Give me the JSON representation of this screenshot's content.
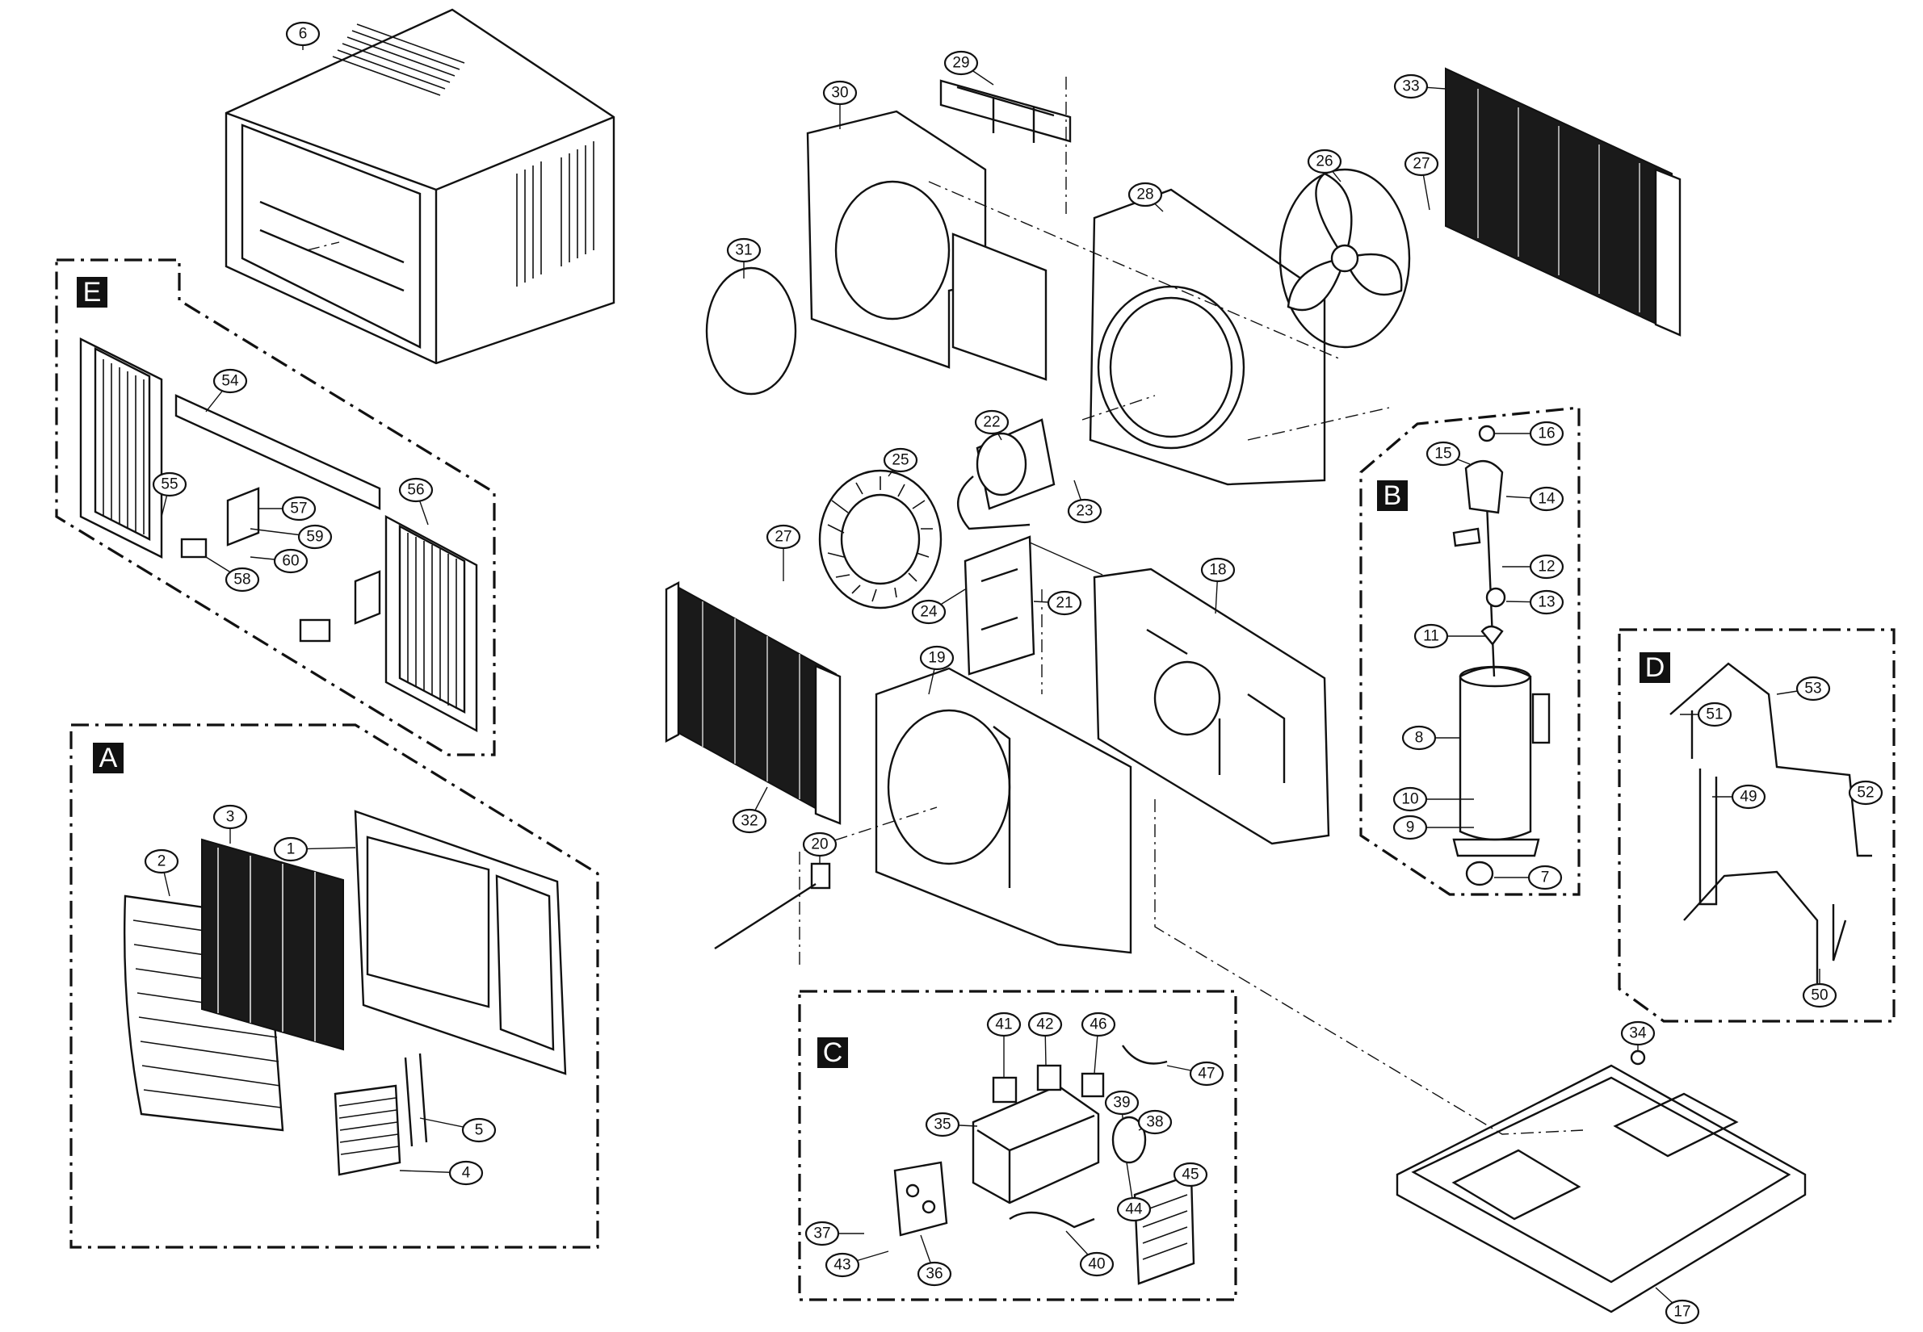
{
  "sections": [
    {
      "id": "E",
      "label": "E"
    },
    {
      "id": "A",
      "label": "A"
    },
    {
      "id": "B",
      "label": "B"
    },
    {
      "id": "C",
      "label": "C"
    },
    {
      "id": "D",
      "label": "D"
    }
  ],
  "callouts": [
    {
      "id": "p6",
      "label": "6"
    },
    {
      "id": "p54",
      "label": "54"
    },
    {
      "id": "p55",
      "label": "55"
    },
    {
      "id": "p57",
      "label": "57"
    },
    {
      "id": "p59",
      "label": "59"
    },
    {
      "id": "p60",
      "label": "60"
    },
    {
      "id": "p58",
      "label": "58"
    },
    {
      "id": "p56",
      "label": "56"
    },
    {
      "id": "p3",
      "label": "3"
    },
    {
      "id": "p2",
      "label": "2"
    },
    {
      "id": "p1",
      "label": "1"
    },
    {
      "id": "p5",
      "label": "5"
    },
    {
      "id": "p4",
      "label": "4"
    },
    {
      "id": "p29",
      "label": "29"
    },
    {
      "id": "p30",
      "label": "30"
    },
    {
      "id": "p31",
      "label": "31"
    },
    {
      "id": "p28",
      "label": "28"
    },
    {
      "id": "p26",
      "label": "26"
    },
    {
      "id": "p27a",
      "label": "27"
    },
    {
      "id": "p33",
      "label": "33"
    },
    {
      "id": "p22",
      "label": "22"
    },
    {
      "id": "p25",
      "label": "25"
    },
    {
      "id": "p23",
      "label": "23"
    },
    {
      "id": "p27b",
      "label": "27"
    },
    {
      "id": "p24",
      "label": "24"
    },
    {
      "id": "p21",
      "label": "21"
    },
    {
      "id": "p18",
      "label": "18"
    },
    {
      "id": "p19",
      "label": "19"
    },
    {
      "id": "p32",
      "label": "32"
    },
    {
      "id": "p20",
      "label": "20"
    },
    {
      "id": "p16",
      "label": "16"
    },
    {
      "id": "p15",
      "label": "15"
    },
    {
      "id": "p14",
      "label": "14"
    },
    {
      "id": "p12",
      "label": "12"
    },
    {
      "id": "p13",
      "label": "13"
    },
    {
      "id": "p11",
      "label": "11"
    },
    {
      "id": "p8",
      "label": "8"
    },
    {
      "id": "p10",
      "label": "10"
    },
    {
      "id": "p9",
      "label": "9"
    },
    {
      "id": "p7",
      "label": "7"
    },
    {
      "id": "p53",
      "label": "53"
    },
    {
      "id": "p51",
      "label": "51"
    },
    {
      "id": "p49",
      "label": "49"
    },
    {
      "id": "p52",
      "label": "52"
    },
    {
      "id": "p50",
      "label": "50"
    },
    {
      "id": "p41",
      "label": "41"
    },
    {
      "id": "p42",
      "label": "42"
    },
    {
      "id": "p46",
      "label": "46"
    },
    {
      "id": "p47",
      "label": "47"
    },
    {
      "id": "p35",
      "label": "35"
    },
    {
      "id": "p39",
      "label": "39"
    },
    {
      "id": "p38",
      "label": "38"
    },
    {
      "id": "p45",
      "label": "45"
    },
    {
      "id": "p44",
      "label": "44"
    },
    {
      "id": "p37",
      "label": "37"
    },
    {
      "id": "p43",
      "label": "43"
    },
    {
      "id": "p36",
      "label": "36"
    },
    {
      "id": "p40",
      "label": "40"
    },
    {
      "id": "p34",
      "label": "34"
    },
    {
      "id": "p17",
      "label": "17"
    }
  ]
}
